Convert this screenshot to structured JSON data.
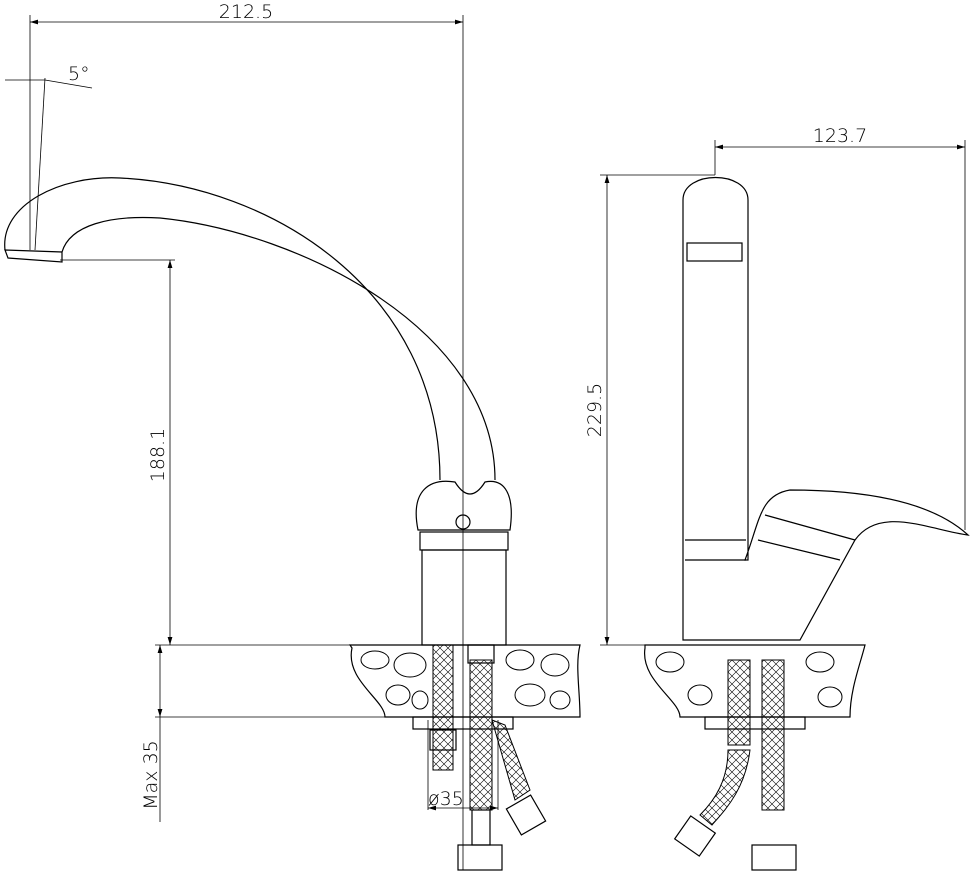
{
  "drawing": {
    "front_view": {
      "spout_reach": "212.5",
      "spout_angle": "5°",
      "spout_height": "188.1",
      "max_counter_thickness": "Max 35",
      "mount_hole_diameter": "ø35"
    },
    "side_view": {
      "depth": "123.7",
      "total_height": "229.5"
    }
  }
}
